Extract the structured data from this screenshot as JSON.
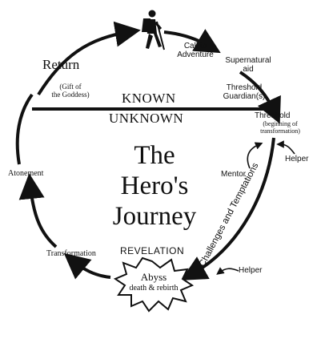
{
  "diagram": {
    "title_line1": "The",
    "title_line2": "Hero's",
    "title_line3": "Journey",
    "known": "KNOWN",
    "unknown": "UNKNOWN",
    "revelation": "REVELATION",
    "abyss": "Abyss",
    "abyss_sub": "death & rebirth",
    "challenges": "Challenges and Temptations",
    "stages": {
      "call_line1": "Call to",
      "call_line2": "Adventure",
      "supernatural_line1": "Supernatural",
      "supernatural_line2": "aid",
      "guardian_line1": "Threshold",
      "guardian_line2": "Guardian(s)",
      "threshold": "Threshold",
      "threshold_note_line1": "(beginning of",
      "threshold_note_line2": "transformation)",
      "helper_top": "Helper",
      "mentor": "Mentor",
      "helper_bottom": "Helper",
      "transformation": "Transformation",
      "atonement": "Atonement",
      "return": "Return",
      "gift_line1": "(Gift of",
      "gift_line2": "the Goddess)"
    },
    "icons": {
      "hiker": "hiker-icon"
    },
    "colors": {
      "ink": "#111111",
      "background": "#ffffff"
    }
  }
}
